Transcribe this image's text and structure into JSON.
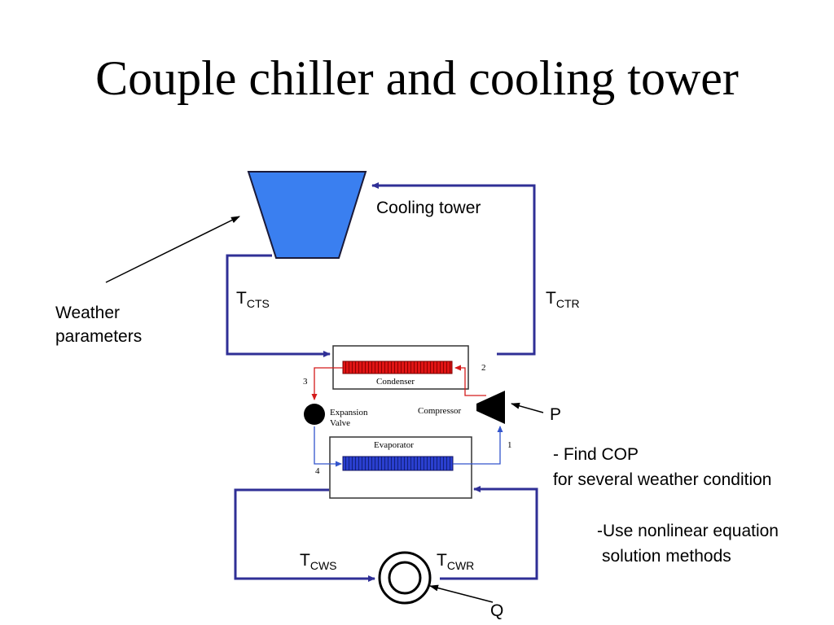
{
  "title": "Couple chiller and cooling tower",
  "labels": {
    "cooling_tower": "Cooling tower",
    "weather_line1": "Weather",
    "weather_line2": "parameters",
    "t_cts_main": "T",
    "t_cts_sub": "CTS",
    "t_ctr_main": "T",
    "t_ctr_sub": "CTR",
    "t_cws_main": "T",
    "t_cws_sub": "CWS",
    "t_cwr_main": "T",
    "t_cwr_sub": "CWR",
    "p": "P",
    "q": "Q",
    "condenser": "Condenser",
    "evaporator": "Evaporator",
    "compressor": "Compressor",
    "expansion_line1": "Expansion",
    "expansion_line2": "Valve",
    "state_1": "1",
    "state_2": "2",
    "state_3": "3",
    "state_4": "4"
  },
  "notes": {
    "find_cop_line1": "- Find COP",
    "find_cop_line2": "for several weather condition",
    "nonlinear_line1": "-Use nonlinear equation",
    "nonlinear_line2": "solution methods"
  },
  "colors": {
    "water_loop": "#2f2f96",
    "refrigerant_hot": "#d41a1a",
    "refrigerant_cold": "#3355cc",
    "tower_fill": "#3a7ff0",
    "condenser_coil": "#e01414",
    "evaporator_coil": "#2a3fcf"
  }
}
